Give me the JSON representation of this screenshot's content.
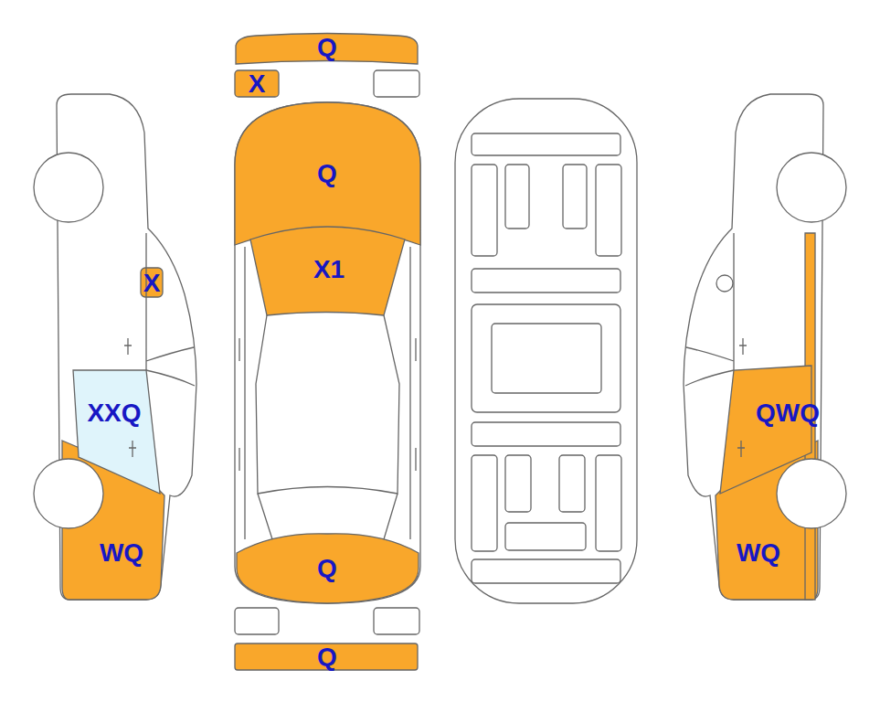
{
  "diagram": {
    "labels": [
      "Q",
      "X",
      "Q",
      "X1",
      "X",
      "XXQ",
      "QWQ",
      "WQ",
      "WQ",
      "Q",
      "Q"
    ]
  }
}
